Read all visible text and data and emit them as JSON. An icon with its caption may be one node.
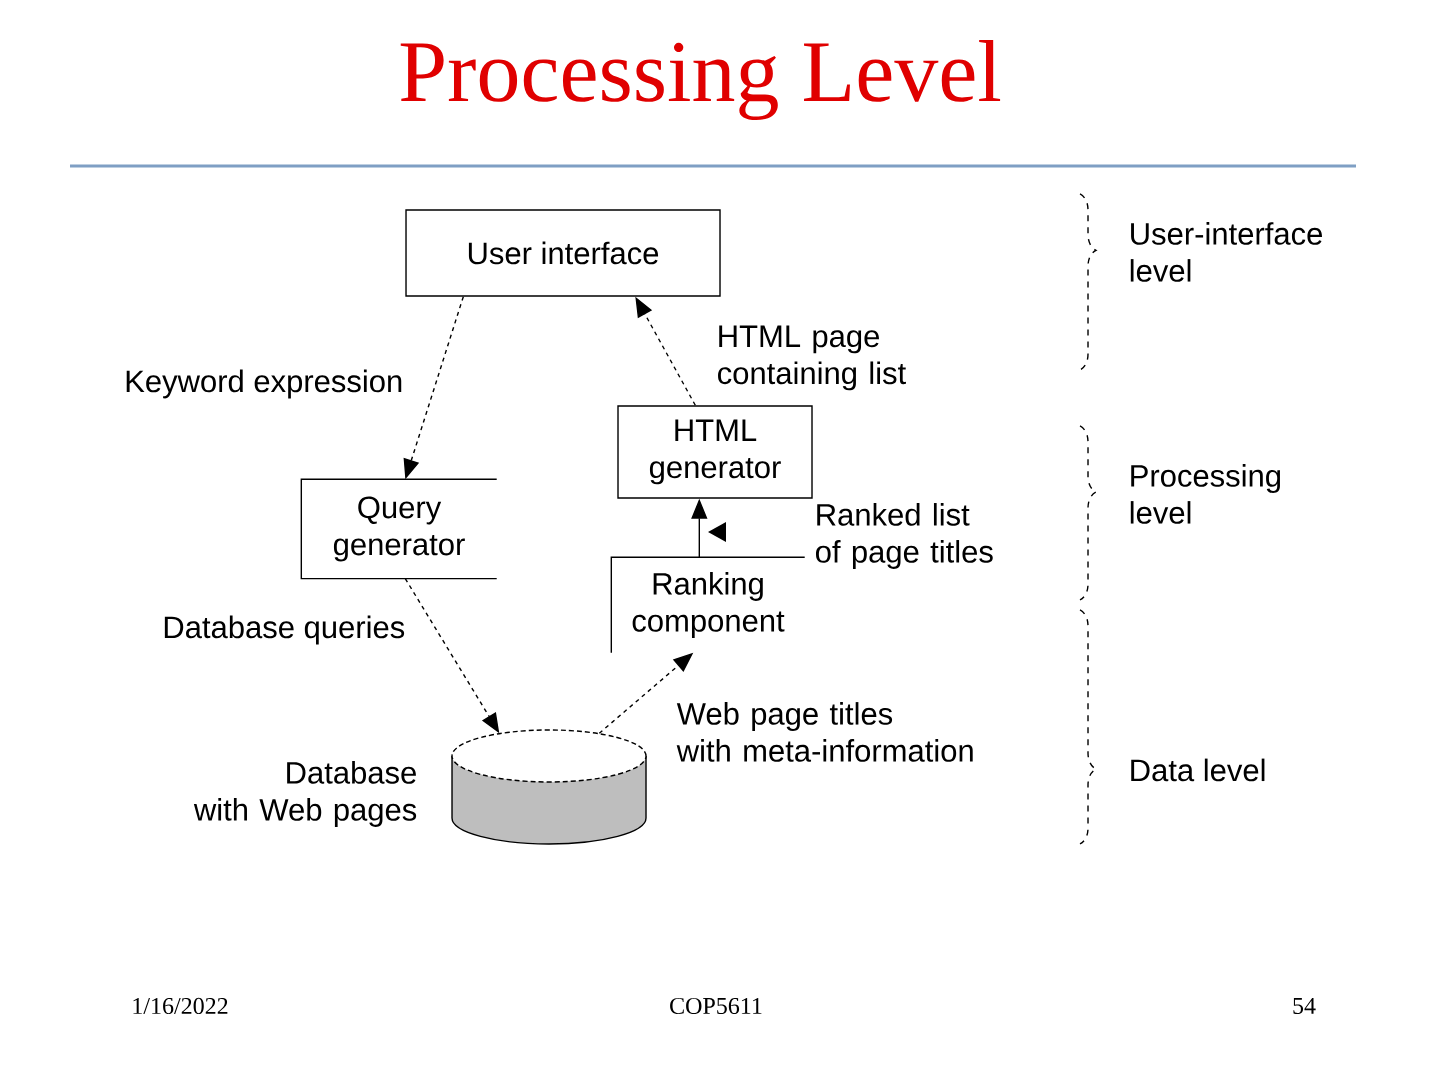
{
  "diagram": {
    "title": "Processing Level",
    "nodes": [
      {
        "text": [
          "User interface"
        ]
      },
      {
        "text": [
          "HTML generator"
        ]
      },
      {
        "text": [
          "Query generator"
        ]
      },
      {
        "text": [
          "Ranking component"
        ]
      },
      {
        "text": [],
        "shape": "cylinder",
        "beside": [
          "Database with Web pages"
        ]
      }
    ],
    "edges": [
      {
        "from": 0,
        "to": 2,
        "arrow": "to",
        "label": "Keyword expression",
        "style": "dashed"
      },
      {
        "from": 1,
        "to": 0,
        "arrow": "to",
        "label": "HTML page containing list",
        "style": "dashed"
      },
      {
        "from": 3,
        "to": 1,
        "arrow": "to",
        "label": "Ranked list of page titles"
      },
      {
        "from": 2,
        "to": 4,
        "arrow": "to",
        "label": "Database queries",
        "style": "dashed"
      },
      {
        "from": 4,
        "to": 3,
        "arrow": "to",
        "label": "Web page titles with meta-information",
        "style": "dashed"
      }
    ],
    "labels": [
      "User-interface level",
      "Processing level",
      "Data level",
      "1/16/2022",
      "COP5611",
      "54"
    ]
  }
}
